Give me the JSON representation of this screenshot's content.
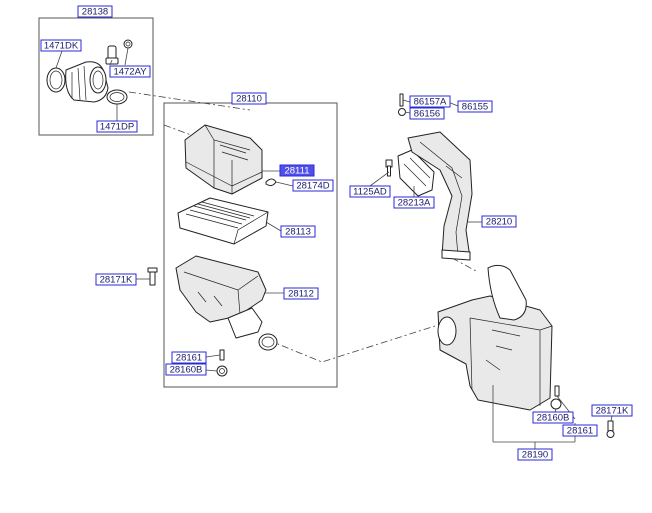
{
  "labels": {
    "l28138": "28138",
    "l1471DK": "1471DK",
    "l1472AY": "1472AY",
    "l1471DP": "1471DP",
    "l28110": "28110",
    "l28111": "28111",
    "l28174D": "28174D",
    "l28113": "28113",
    "l28171K_left": "28171K",
    "l28112": "28112",
    "l28161_left": "28161",
    "l28160B_left": "28160B",
    "l86157A": "86157A",
    "l86155": "86155",
    "l86156": "86156",
    "l1125AD": "1125AD",
    "l28213A": "28213A",
    "l28210": "28210",
    "l28160B_right": "28160B",
    "l28171K_right": "28171K",
    "l28161_right": "28161",
    "l28190": "28190"
  },
  "colors": {
    "label_border": "#2a2ad8",
    "label_text": "#1a1a6e",
    "highlight_fill": "#5050e8"
  }
}
